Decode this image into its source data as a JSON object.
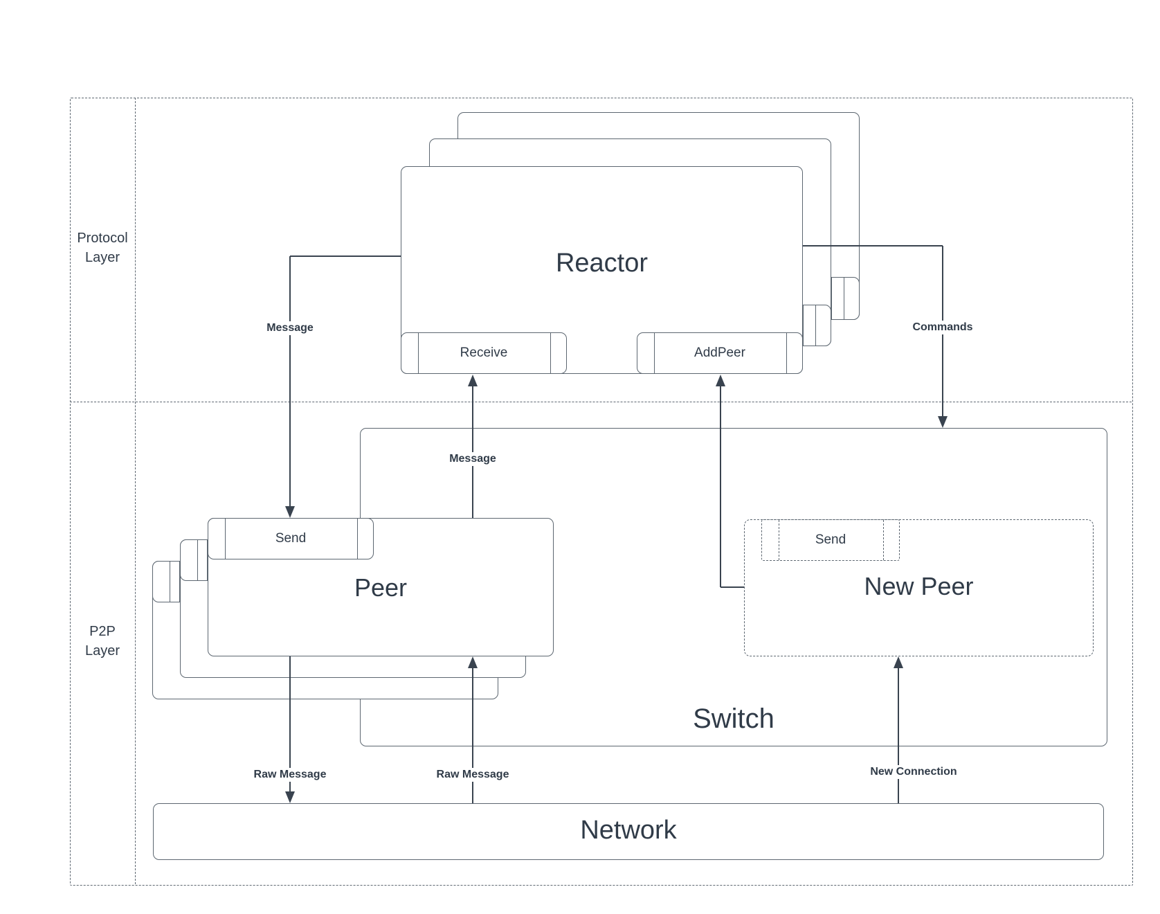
{
  "layers": {
    "protocol": {
      "line1": "Protocol",
      "line2": "Layer"
    },
    "p2p": {
      "line1": "P2P",
      "line2": "Layer"
    }
  },
  "nodes": {
    "reactor": {
      "title": "Reactor",
      "ports": {
        "receive": "Receive",
        "add_peer": "AddPeer"
      }
    },
    "peer": {
      "title": "Peer",
      "ports": {
        "send": "Send"
      }
    },
    "new_peer": {
      "title": "New Peer",
      "ports": {
        "send": "Send"
      }
    },
    "switch": {
      "title": "Switch"
    },
    "network": {
      "title": "Network"
    }
  },
  "edges": {
    "message_down": "Message",
    "message_up": "Message",
    "commands": "Commands",
    "raw_message_down": "Raw Message",
    "raw_message_up": "Raw Message",
    "new_connection": "New Connection"
  },
  "colors": {
    "box_border": "#5c6670",
    "connector": "#39434f",
    "text": "#303b48",
    "background": "#ffffff"
  }
}
